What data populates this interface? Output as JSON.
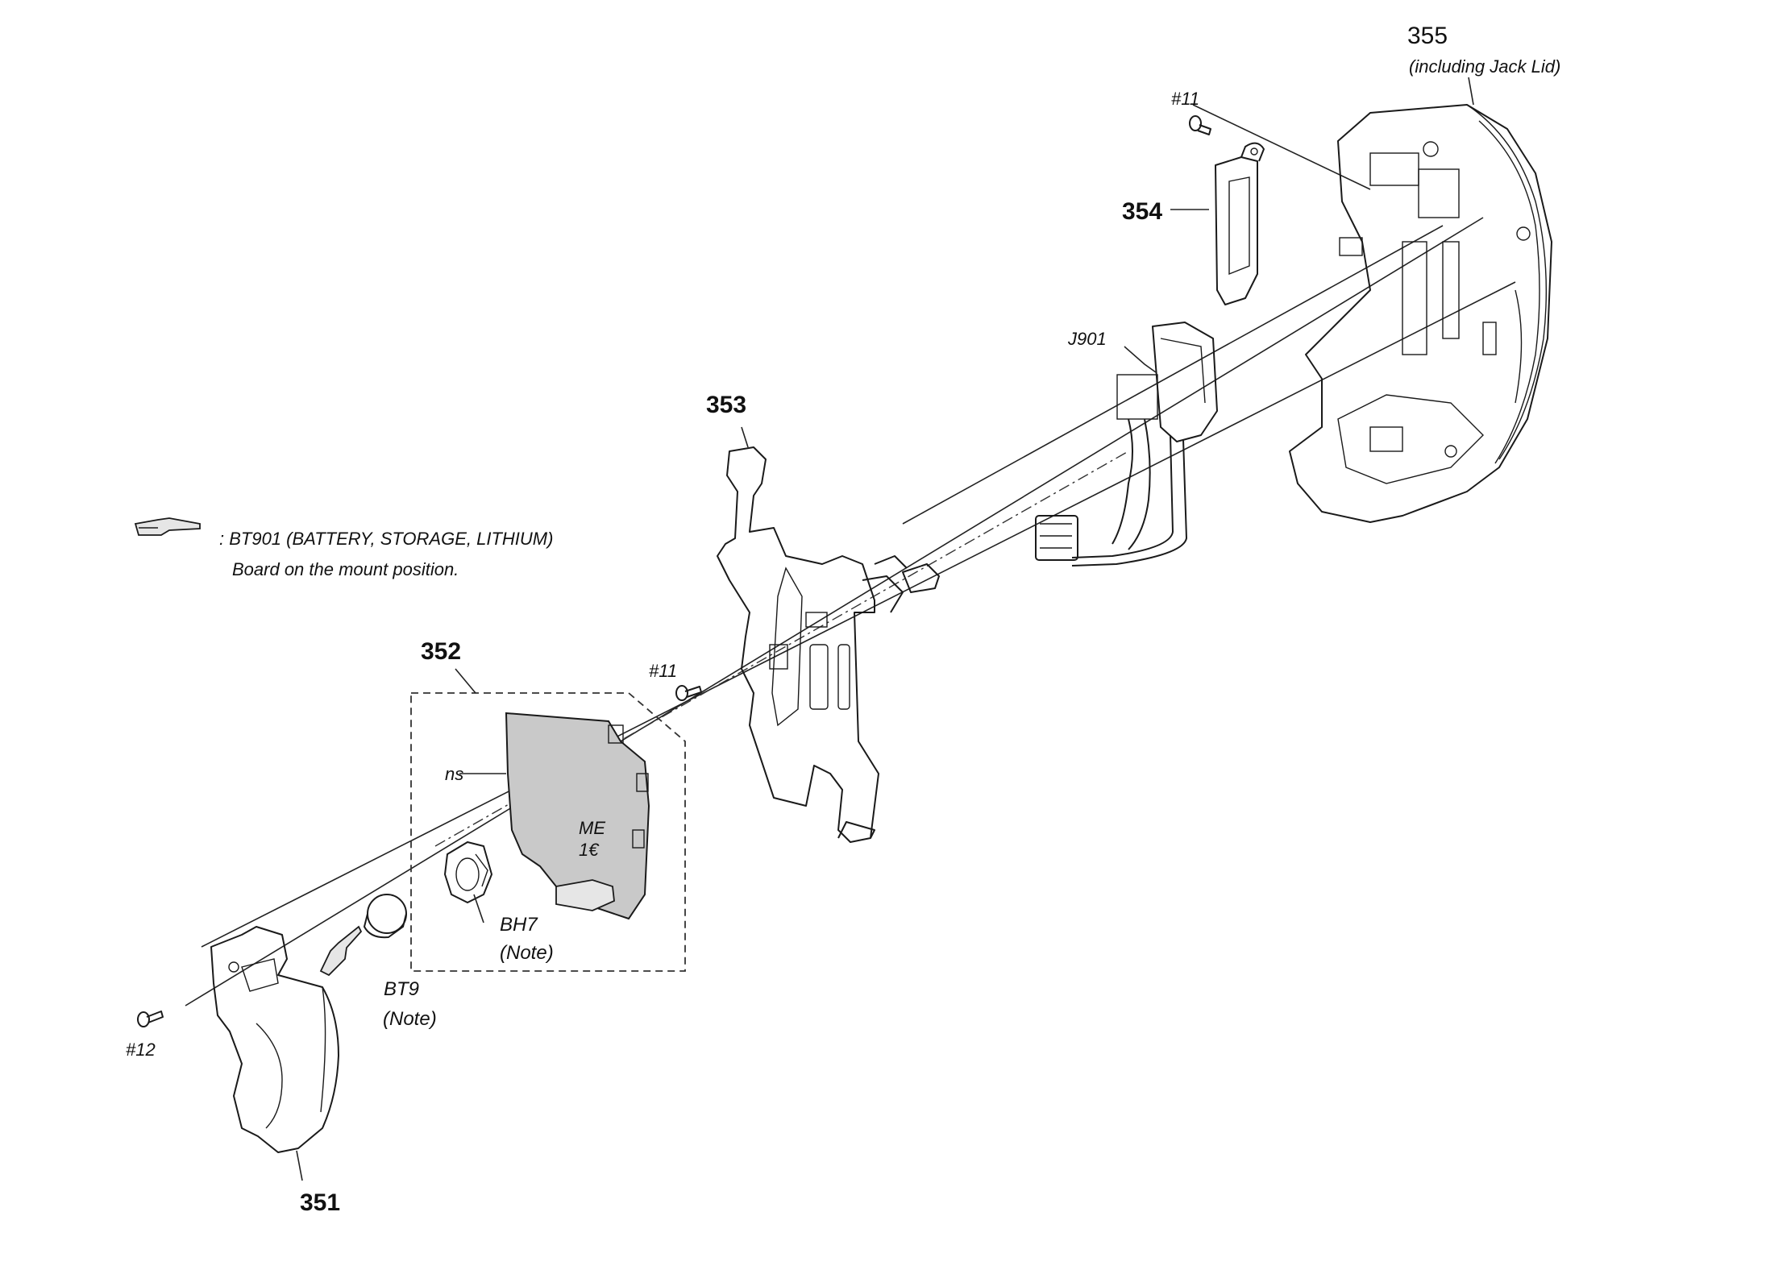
{
  "callouts": {
    "p351": "351",
    "p352": "352",
    "p353": "353",
    "p354": "354",
    "p355": "355",
    "p355_sub": "(including Jack Lid)",
    "j901": "J901",
    "screw_11_top": "#11",
    "screw_11_mid": "#11",
    "screw_12": "#12",
    "ns": "ns",
    "bh7": "BH7",
    "bh7_note": "(Note)",
    "bt9": "BT9",
    "bt9_note": "(Note)",
    "board_mark_1": "ME",
    "board_mark_2": "1€"
  },
  "note_text": {
    "line1": ": BT901 (BATTERY, STORAGE, LITHIUM)",
    "line2": "Board on the mount position."
  },
  "icons": {
    "pointing_hand": "pointing-hand-icon"
  }
}
